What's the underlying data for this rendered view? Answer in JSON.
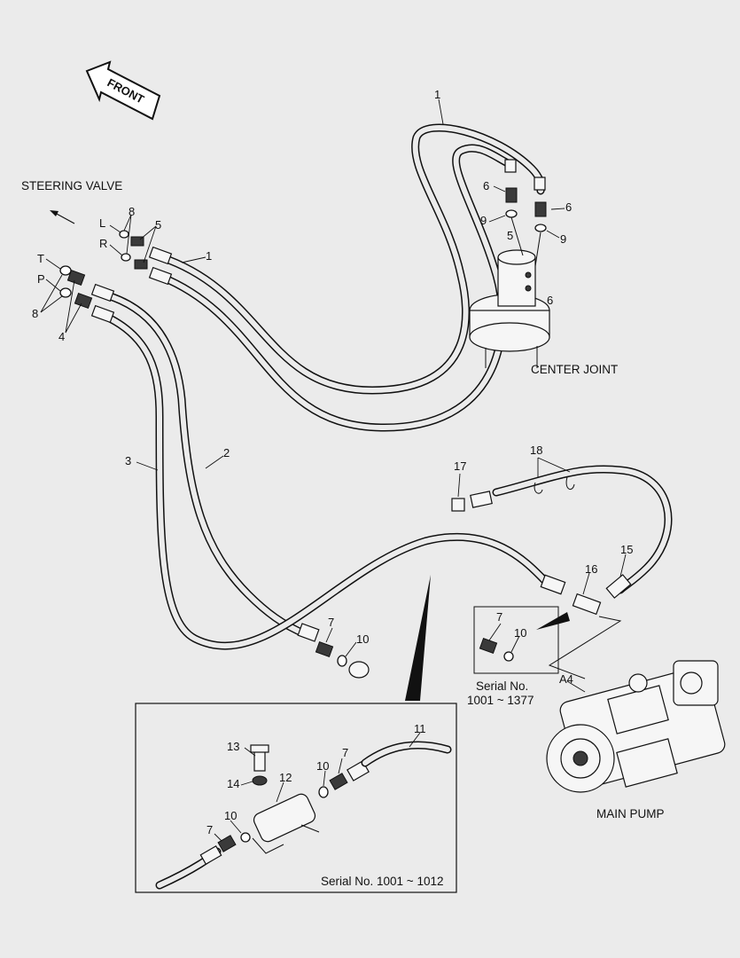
{
  "diagram": {
    "direction_label": "FRONT",
    "captions": {
      "steering_valve": "STEERING VALVE",
      "center_joint": "CENTER JOINT",
      "main_pump": "MAIN PUMP",
      "serial_small": "Serial No.",
      "serial_small_range": "1001 ~ 1377",
      "serial_large": "Serial No. 1001 ~ 1012"
    },
    "port_labels": {
      "L": "L",
      "R": "R",
      "T": "T",
      "P": "P",
      "A4": "A4"
    },
    "part_numbers": {
      "n1": "1",
      "n2": "2",
      "n3": "3",
      "n4": "4",
      "n5": "5",
      "n6": "6",
      "n7": "7",
      "n8": "8",
      "n9": "9",
      "n10": "10",
      "n11": "11",
      "n12": "12",
      "n13": "13",
      "n14": "14",
      "n15": "15",
      "n16": "16",
      "n17": "17",
      "n18": "18"
    }
  }
}
